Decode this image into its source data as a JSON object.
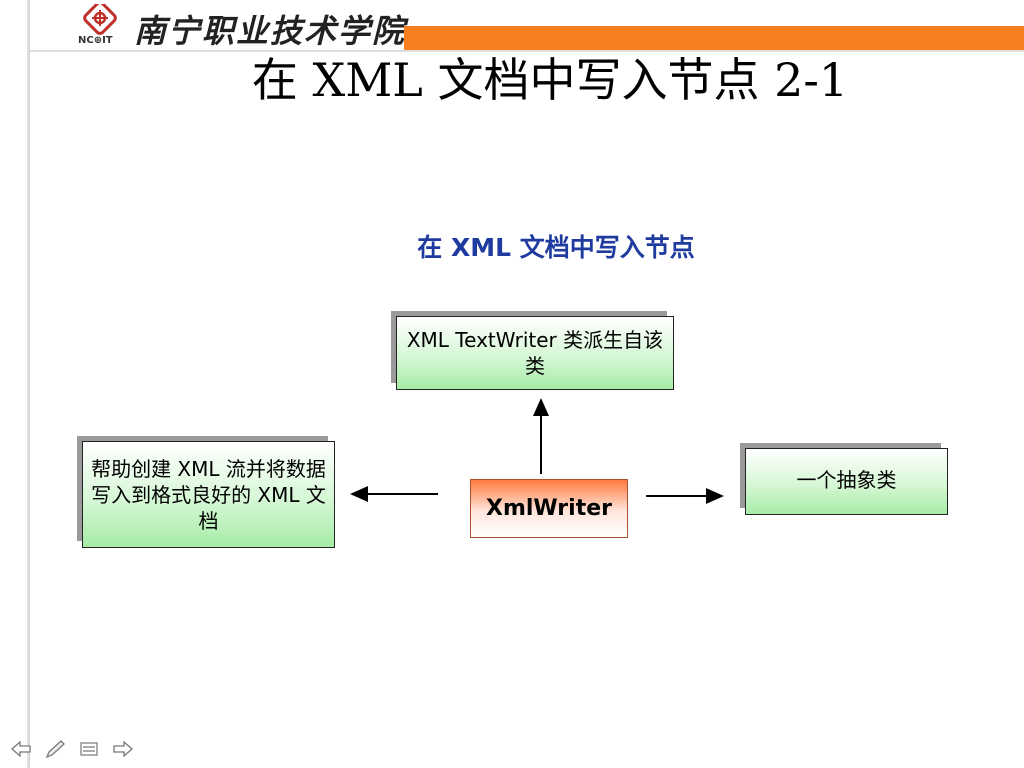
{
  "header": {
    "logo_text": "NC⊕IT",
    "school_name": "南宁职业技术学院"
  },
  "slide": {
    "title": "在 XML 文档中写入节点 2-1",
    "subtitle": "在 XML 文档中写入节点"
  },
  "diagram": {
    "center": "XmlWriter",
    "top": "XML TextWriter 类派生自该类",
    "left": "帮助创建 XML 流并将数据写入到格式良好的 XML 文档",
    "right": "一个抽象类"
  },
  "colors": {
    "accent_orange": "#f6801e",
    "subtitle_blue": "#1f3ba0"
  },
  "nav_icons": [
    "arrow-left-icon",
    "pen-icon",
    "menu-icon",
    "arrow-right-icon"
  ]
}
